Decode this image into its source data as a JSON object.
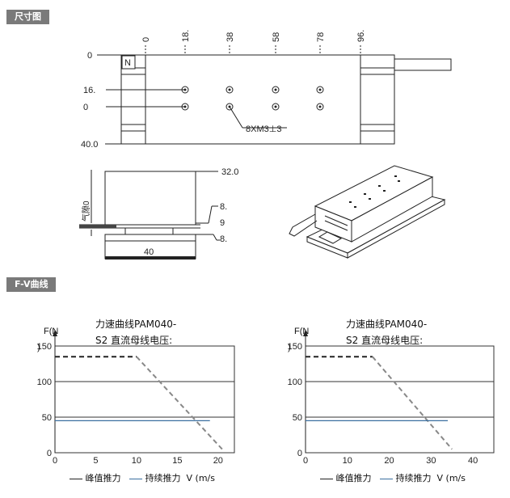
{
  "sections": {
    "dimension_title": "尺寸图",
    "fv_title": "F-V曲线"
  },
  "top_view": {
    "x_ticks": [
      "0",
      "18.",
      "38",
      "58",
      "78",
      "96."
    ],
    "y_labels": [
      "0",
      "16.",
      "0",
      "40.0"
    ],
    "n_label": "N",
    "hole_callout": "8XM3⊥3"
  },
  "side_view": {
    "dims": [
      "32.0",
      "8.",
      "9",
      "8.",
      "40"
    ],
    "gap_label": "气隙0"
  },
  "charts_text": {
    "left": {
      "title1": "力速曲线PAM040-",
      "title2": "S2 直流母线电压:",
      "y_unit1": "F(N",
      "y_unit2": ")"
    },
    "right": {
      "title1": "力速曲线PAM040-",
      "title2": "S2 直流母线电压:",
      "y_unit1": "F(N",
      "y_unit2": ")"
    },
    "legend_peak": "峰值推力",
    "legend_cont": "持续推力",
    "x_unit": "V (m/s"
  },
  "chart_data": [
    {
      "type": "line",
      "title": "力速曲线PAM040-S2 直流母线电压:",
      "ylabel": "F(N)",
      "xlabel": "V (m/s",
      "xlim": [
        0,
        22
      ],
      "ylim": [
        0,
        150
      ],
      "x_ticks": [
        "0",
        "5",
        "10",
        "15",
        "20"
      ],
      "y_ticks": [
        "0",
        "50",
        "100",
        "150"
      ],
      "series": [
        {
          "name": "峰值推力",
          "color": "#222222",
          "dash": true,
          "x": [
            0,
            10
          ],
          "y": [
            135,
            135
          ]
        },
        {
          "name": "峰值推力",
          "color": "#888888",
          "dash": true,
          "x": [
            10,
            20.5
          ],
          "y": [
            135,
            5
          ]
        },
        {
          "name": "持续推力",
          "color": "#3a6fa0",
          "dash": false,
          "x": [
            0,
            19
          ],
          "y": [
            45,
            45
          ]
        }
      ]
    },
    {
      "type": "line",
      "title": "力速曲线PAM040-S2 直流母线电压:",
      "ylabel": "F(N)",
      "xlabel": "V (m/s",
      "xlim": [
        0,
        45
      ],
      "ylim": [
        0,
        150
      ],
      "x_ticks": [
        "0",
        "10",
        "20",
        "30",
        "40"
      ],
      "y_ticks": [
        "0",
        "50",
        "100",
        "150"
      ],
      "series": [
        {
          "name": "峰值推力",
          "color": "#222222",
          "dash": true,
          "x": [
            0,
            16
          ],
          "y": [
            135,
            135
          ]
        },
        {
          "name": "峰值推力",
          "color": "#888888",
          "dash": true,
          "x": [
            16,
            35
          ],
          "y": [
            135,
            5
          ]
        },
        {
          "name": "持续推力",
          "color": "#3a6fa0",
          "dash": false,
          "x": [
            0,
            34
          ],
          "y": [
            45,
            45
          ]
        }
      ]
    }
  ]
}
